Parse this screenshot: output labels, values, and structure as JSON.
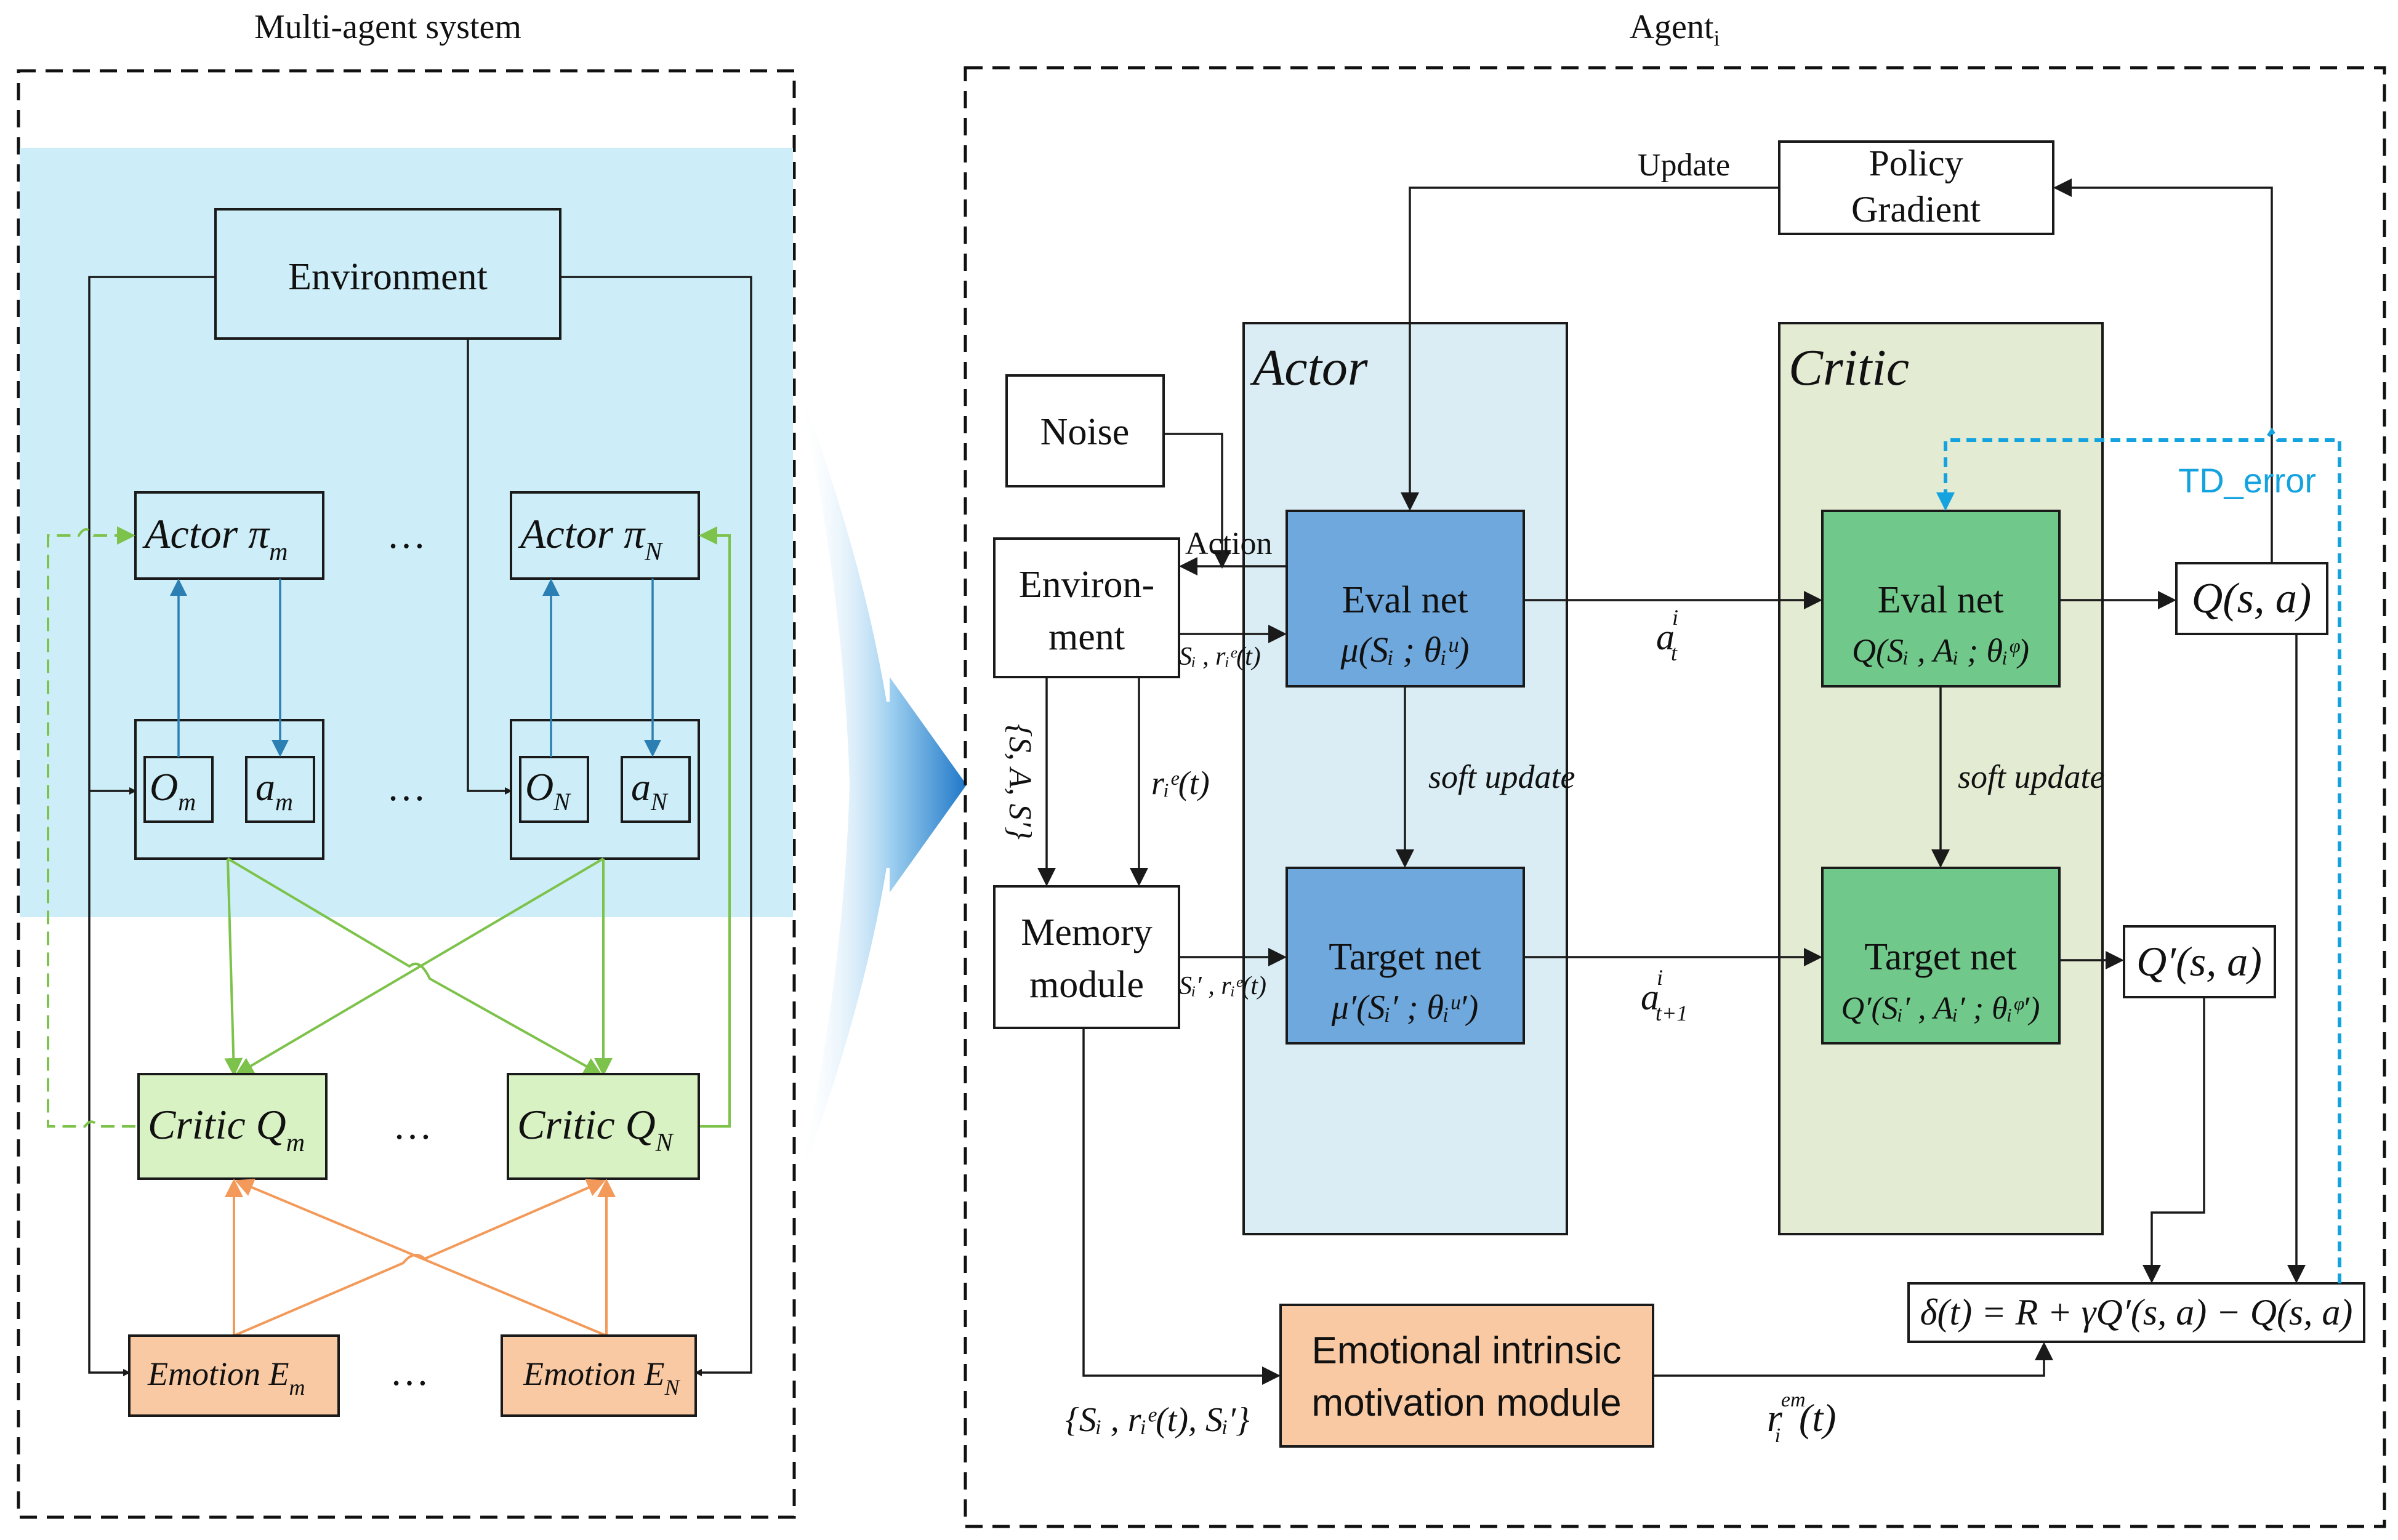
{
  "left_panel": {
    "title": "Multi-agent system",
    "environment": "Environment",
    "actor_m": "Actor π",
    "actor_m_sub": "m",
    "actor_n": "Actor π",
    "actor_n_sub": "N",
    "obs_m": "O",
    "obs_m_sub": "m",
    "act_m": "a",
    "act_m_sub": "m",
    "obs_n": "O",
    "obs_n_sub": "N",
    "act_n": "a",
    "act_n_sub": "N",
    "critic_m": "Critic Q",
    "critic_m_sub": "m",
    "critic_n": "Critic Q",
    "critic_n_sub": "N",
    "emotion_m": "Emotion E",
    "emotion_m_sub": "m",
    "emotion_n": "Emotion E",
    "emotion_n_sub": "N",
    "ellipsis": "…"
  },
  "right_panel": {
    "title": "Agent",
    "title_sub": "i",
    "policy_gradient_line1": "Policy",
    "policy_gradient_line2": "Gradient",
    "update": "Update",
    "noise": "Noise",
    "action": "Action",
    "environment_line1": "Environ-",
    "environment_line2": "ment",
    "memory_line1": "Memory",
    "memory_line2": "module",
    "actor_title": "Actor",
    "critic_title": "Critic",
    "actor_eval": "Eval net",
    "actor_eval_formula": "μ(Sᵢ ; θᵢᵘ)",
    "actor_target": "Target net",
    "actor_target_formula": "μ′(Sᵢ′ ; θᵢᵘ′)",
    "critic_eval": "Eval net",
    "critic_eval_formula": "Q(Sᵢ , Aᵢ ; θᵢᵠ)",
    "critic_target": "Target net",
    "critic_target_formula": "Q′(Sᵢ′ , Aᵢ′ ; θᵢᵠ′)",
    "soft_update_actor": "soft update",
    "soft_update_critic": "soft update",
    "td_error": "TD_error",
    "q_value": "Q(s, a)",
    "q_prime_value": "Q′(s, a)",
    "delta_formula": "δ(t) = R + γQ′(s, a) − Q(s, a)",
    "emotional_line1": "Emotional intrinsic",
    "emotional_line2": "motivation module",
    "a_t": "a",
    "a_t_sup": "i",
    "a_t_sub": "t",
    "a_t1": "a",
    "a_t1_sup": "i",
    "a_t1_sub": "t+1",
    "si_rie": "Sᵢ , rᵢᵉ(t)",
    "si_prime_rie": "Sᵢ′ , rᵢᵉ(t)",
    "rie": "rᵢᵉ(t)",
    "sas": "{S, A, S′}",
    "memory_tuple": "{Sᵢ , rᵢᵉ(t), Sᵢ′}",
    "r_em": "r",
    "r_em_sup": "em",
    "r_em_sub": "i",
    "r_em_arg": "(t)"
  },
  "colors": {
    "light_blue_band": "#cdeef8",
    "actor_bg": "#daedf4",
    "critic_bg": "#e4ebd3",
    "actor_net": "#6fa8dc",
    "critic_net": "#70c98a",
    "critic_left": "#d9f2c4",
    "emotion": "#f9c9a3",
    "green_arrow": "#7dc24a",
    "orange_arrow": "#f39a5a",
    "td_blue": "#14a3df",
    "blue_arrow": "#2b7fb3",
    "big_arrow": "#1f78c8"
  }
}
